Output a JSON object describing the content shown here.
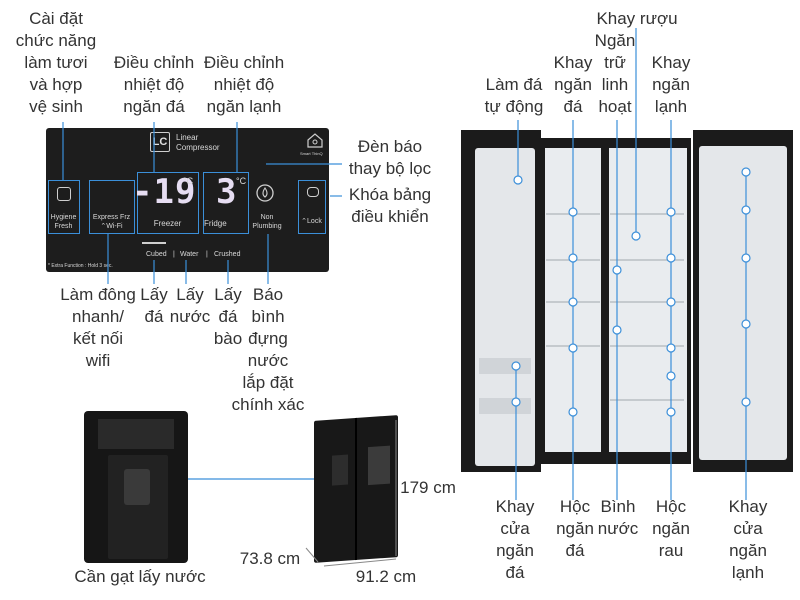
{
  "panel": {
    "logo": "LC",
    "logo_text": "Linear\nCompressor",
    "smart_label": "Smart ThinQ",
    "freezer_temp": "-19",
    "fridge_temp": "3",
    "unit": "°C",
    "freezer_label": "Freezer",
    "fridge_label": "Fridge",
    "hygiene_label": "Hygiene\nFresh",
    "express_label": "Express Frz\n⌃Wi-Fi",
    "plumbing_label": "Non\nPlumbing",
    "lock_label": "⌃Lock",
    "dispense_options": [
      "Cubed",
      "Water",
      "Crushed"
    ],
    "footnote": "* Extra Function : Hold 3 sec."
  },
  "labels": {
    "hygiene": "Cài đặt\nchức năng\nlàm tươi\nvà hợp\nvệ sinh",
    "freezer_temp": "Điều chỉnh\nnhiệt độ\nngăn đá",
    "fridge_temp": "Điều chỉnh\nnhiệt độ\nngăn lạnh",
    "filter": "Đèn báo\nthay bộ lọc",
    "lock": "Khóa bảng\nđiều khiển",
    "express": "Làm đông\nnhanh/\nkết nối\nwifi",
    "ice_cubed": "Lấy\nđá",
    "water": "Lấy\nnước",
    "ice_crushed": "Lấy\nđá\nbào",
    "plumbing": "Báo\nbình\nđựng\nnước\nlắp đặt\nchính xác",
    "lever": "Cần gạt lấy nước",
    "auto_ice": "Làm đá\ntự động",
    "freezer_shelf": "Khay\nngăn\nđá",
    "wine_tray": "Khay rượu",
    "flex_storage": "Ngăn\ntrữ\nlinh\nhoạt",
    "fridge_shelf": "Khay\nngăn\nlạnh",
    "freezer_door": "Khay\ncửa\nngăn\nđá",
    "freezer_drawer": "Hộc\nngăn\nđá",
    "water_tank": "Bình\nnước",
    "veg_drawer": "Hộc\nngăn\nrau",
    "fridge_door": "Khay\ncửa\nngăn\nlạnh"
  },
  "dimensions": {
    "height": "179 cm",
    "depth": "73.8 cm",
    "width": "91.2 cm"
  },
  "colors": {
    "accent_blue": "#3b8fd9",
    "fridge_body": "#1c1c1c",
    "interior": "#e9ecef"
  }
}
